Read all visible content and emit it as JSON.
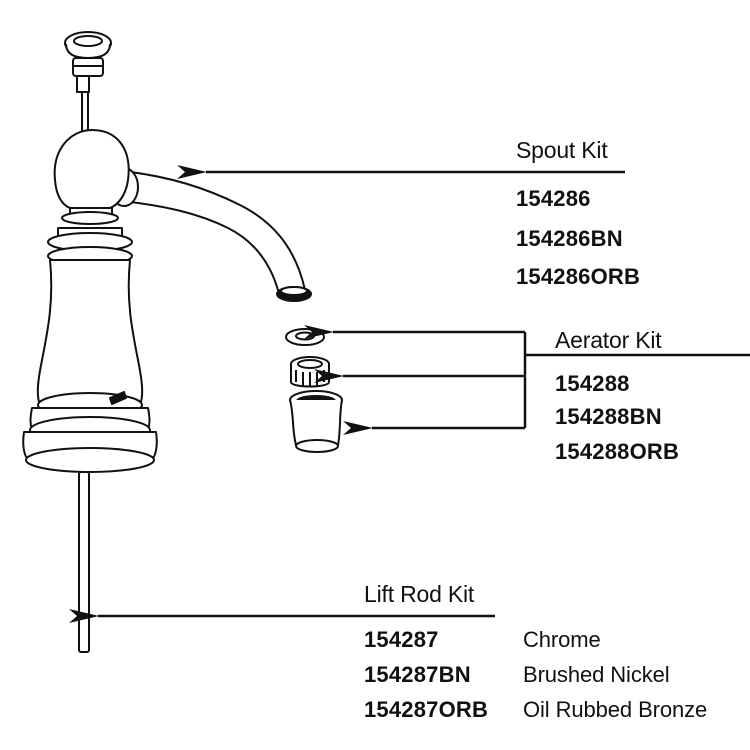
{
  "spout_kit": {
    "title": "Spout Kit",
    "parts": [
      "154286",
      "154286BN",
      "154286ORB"
    ]
  },
  "aerator_kit": {
    "title": "Aerator Kit",
    "parts": [
      "154288",
      "154288BN",
      "154288ORB"
    ]
  },
  "lift_rod_kit": {
    "title": "Lift Rod Kit",
    "parts": [
      {
        "number": "154287",
        "finish": "Chrome"
      },
      {
        "number": "154287BN",
        "finish": "Brushed Nickel"
      },
      {
        "number": "154287ORB",
        "finish": "Oil Rubbed Bronze"
      }
    ]
  }
}
